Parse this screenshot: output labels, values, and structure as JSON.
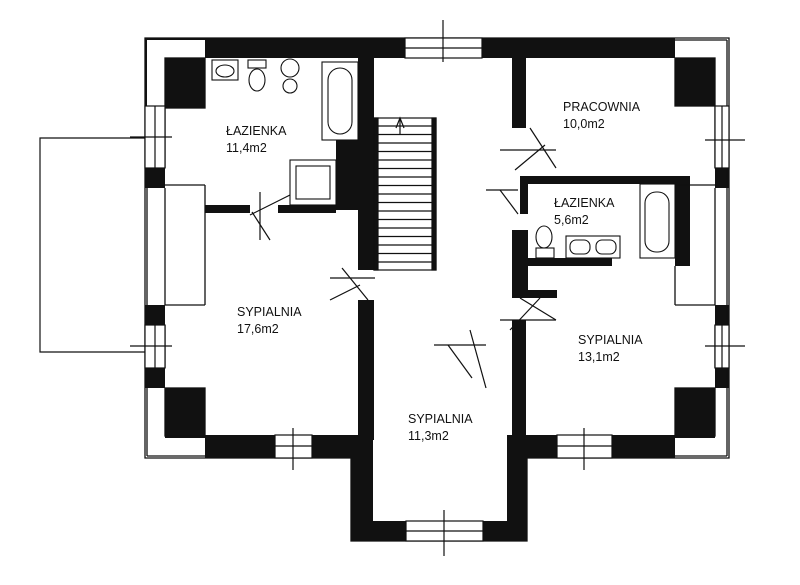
{
  "rooms": {
    "bath_left": {
      "name": "ŁAZIENKA",
      "area": "11,4m2"
    },
    "bedroom_left": {
      "name": "SYPIALNIA",
      "area": "17,6m2"
    },
    "bedroom_center": {
      "name": "SYPIALNIA",
      "area": "11,3m2"
    },
    "office": {
      "name": "PRACOWNIA",
      "area": "10,0m2"
    },
    "bath_right": {
      "name": "ŁAZIENKA",
      "area": "5,6m2"
    },
    "bedroom_right": {
      "name": "SYPIALNIA",
      "area": "13,1m2"
    }
  },
  "colors": {
    "wall": "#111111",
    "background": "#ffffff",
    "line": "#111111"
  }
}
